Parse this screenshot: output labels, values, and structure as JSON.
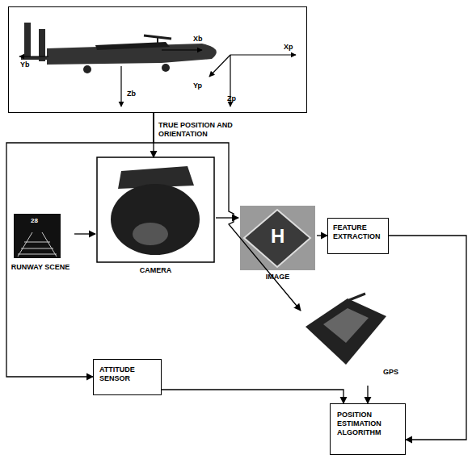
{
  "diagram": {
    "nodes": [
      {
        "text": [
          "Yb",
          "Xb",
          "Xp",
          "Yp",
          "Zb",
          "Zp"
        ]
      },
      {
        "text": [
          "RUNWAY SCENE"
        ]
      },
      {
        "text": [
          "CAMERA"
        ]
      },
      {
        "text": [
          "IMAGE"
        ]
      },
      {
        "text": [
          "FEATURE EXTRACTION"
        ]
      },
      {
        "text": [
          "GPS"
        ]
      },
      {
        "text": [
          "ATTITUDE SENSOR"
        ]
      },
      {
        "text": [
          "POSITION ESTIMATION ALGORITHM"
        ]
      }
    ],
    "edges": [
      {
        "from": 0,
        "to": 2,
        "arrow": "to",
        "label": "TRUE POSITION AND ORIENTATION"
      },
      {
        "from": 0,
        "to": 6,
        "arrow": "to"
      },
      {
        "from": 0,
        "to": 5,
        "arrow": "to"
      },
      {
        "from": 1,
        "to": 2,
        "arrow": "to"
      },
      {
        "from": 2,
        "to": 3,
        "arrow": "to"
      },
      {
        "from": 3,
        "to": 4,
        "arrow": "to"
      },
      {
        "from": 4,
        "to": 7,
        "arrow": "to"
      },
      {
        "from": 6,
        "to": 7,
        "arrow": "to"
      },
      {
        "from": 5,
        "to": 7,
        "arrow": "to"
      }
    ],
    "labels": [
      "28",
      "H"
    ]
  }
}
